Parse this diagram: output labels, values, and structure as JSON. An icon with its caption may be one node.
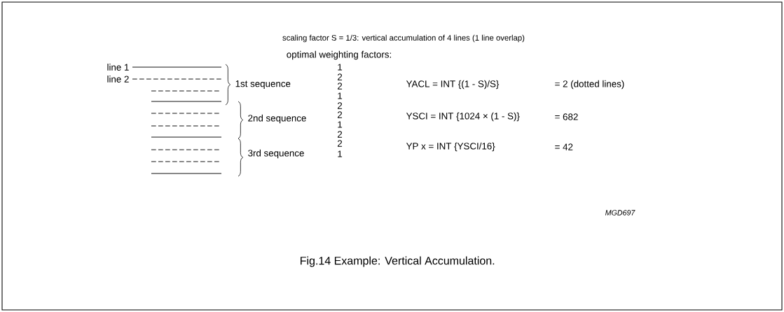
{
  "diagram": {
    "title": "scaling factor S = 1/3: vertical accumulation of 4 lines (1 line overlap)",
    "caption": "Fig.14  Example: Vertical Accumulation.",
    "labels": [
      "optimal weighting factors:",
      "line 1",
      "line 2",
      "1st sequence",
      "2nd sequence",
      "3rd sequence",
      "1",
      "2",
      "2",
      "1",
      "2",
      "2",
      "1",
      "2",
      "2",
      "1",
      "YACL = INT {(1 - S)/S}",
      "= 2 (dotted lines)",
      "YSCI = INT {1024 × (1 - S)}",
      "= 682",
      "YP x = INT {YSCI/16}",
      "= 42",
      "MGD697"
    ]
  }
}
